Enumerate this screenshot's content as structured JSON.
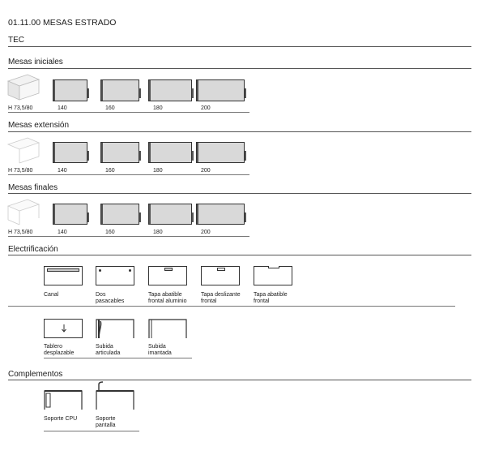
{
  "title": "01.11.00 MESAS ESTRADO",
  "subtitle": "TEC",
  "sections": {
    "iniciales": {
      "heading": "Mesas iniciales",
      "height": "H 73,5/80",
      "sizes": [
        "140",
        "160",
        "180",
        "200"
      ]
    },
    "extension": {
      "heading": "Mesas extensión",
      "height": "H 73,5/80",
      "sizes": [
        "140",
        "160",
        "180",
        "200"
      ]
    },
    "finales": {
      "heading": "Mesas finales",
      "height": "H 73,5/80",
      "sizes": [
        "140",
        "160",
        "180",
        "200"
      ]
    },
    "electrificacion": {
      "heading": "Electrificación",
      "row1": [
        {
          "label1": "Canal",
          "label2": ""
        },
        {
          "label1": "Dos",
          "label2": "pasacables"
        },
        {
          "label1": "Tapa abatible",
          "label2": "frontal aluminio"
        },
        {
          "label1": "Tapa deslizante",
          "label2": "frontal"
        },
        {
          "label1": "Tapa abatible",
          "label2": "frontal"
        }
      ],
      "row2": [
        {
          "label1": "Tablero",
          "label2": "desplazable"
        },
        {
          "label1": "Subida",
          "label2": "articulada"
        },
        {
          "label1": "Subida",
          "label2": "imantada"
        }
      ]
    },
    "complementos": {
      "heading": "Complementos",
      "items": [
        {
          "label1": "Soporte CPU",
          "label2": ""
        },
        {
          "label1": "Soporte",
          "label2": "pantalla"
        }
      ]
    }
  }
}
